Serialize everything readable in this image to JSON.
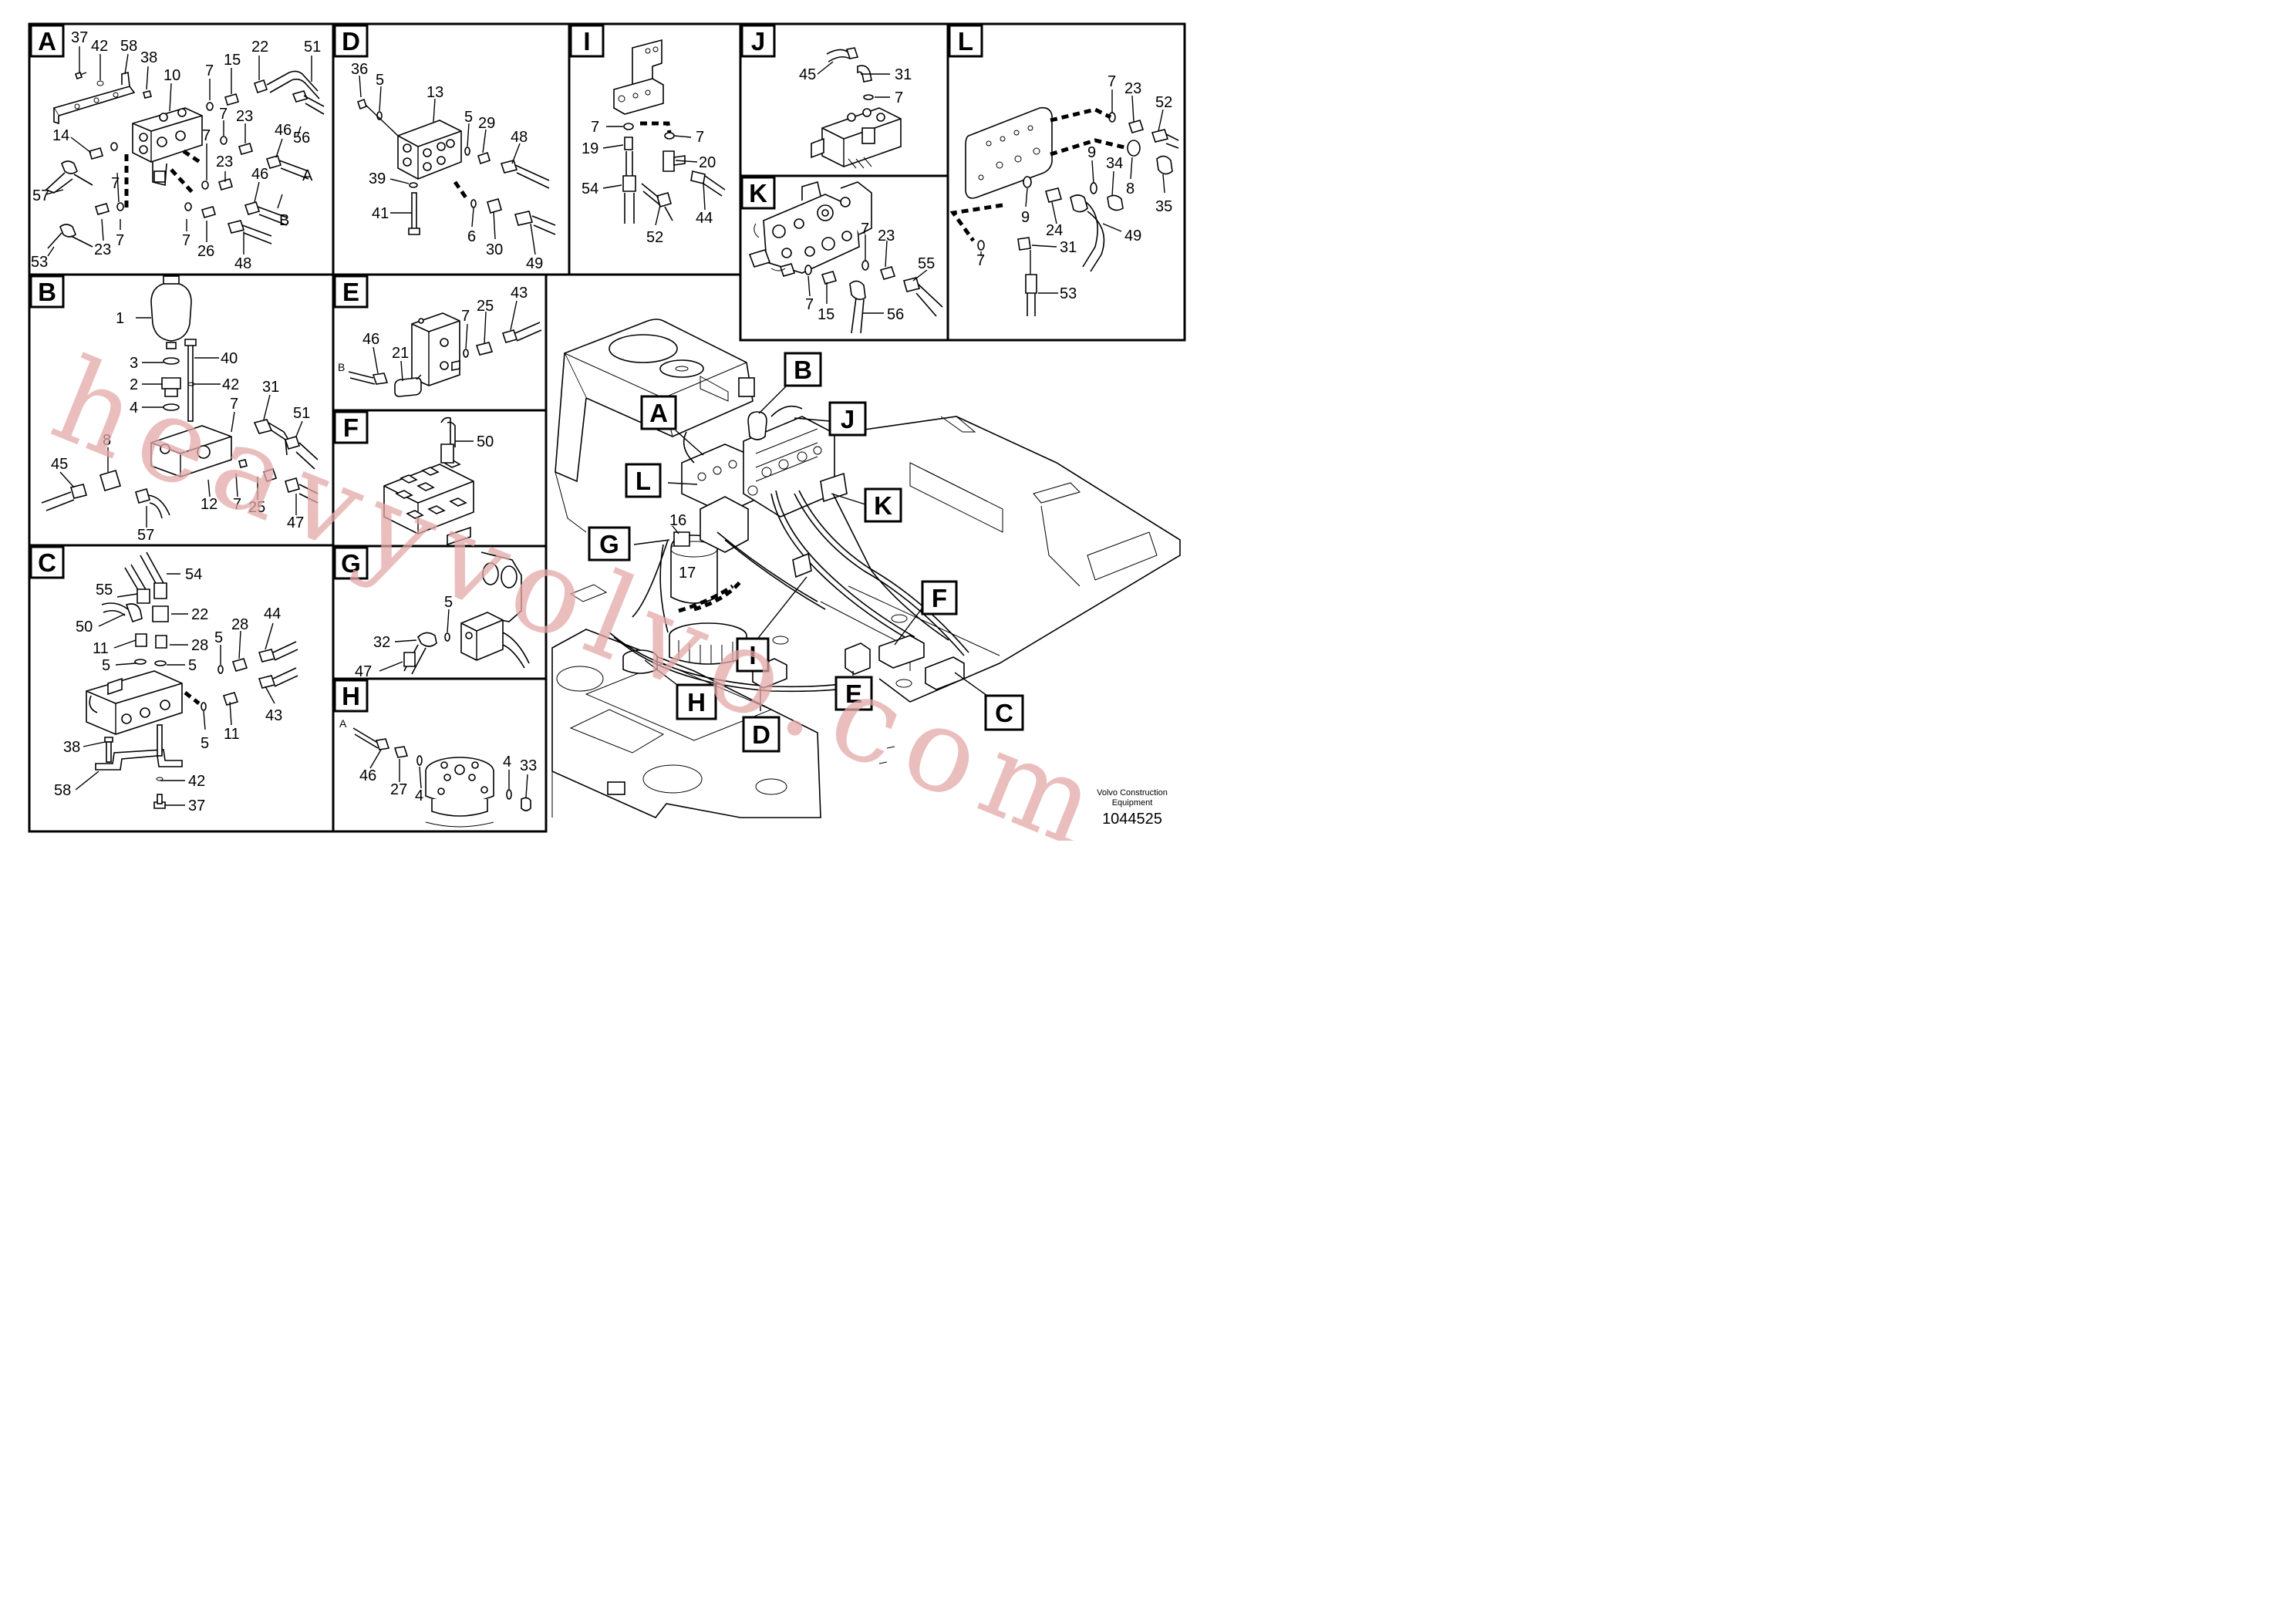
{
  "panels": {
    "A": {
      "letter": "A",
      "callouts": [
        "37",
        "42",
        "58",
        "38",
        "10",
        "7",
        "15",
        "22",
        "51",
        "14",
        "7",
        "23",
        "46",
        "56",
        "A",
        "57",
        "7",
        "7",
        "23",
        "46",
        "B",
        "53",
        "23",
        "7",
        "7",
        "26",
        "48"
      ]
    },
    "B": {
      "letter": "B",
      "callouts": [
        "1",
        "3",
        "2",
        "4",
        "40",
        "42",
        "7",
        "31",
        "51",
        "45",
        "8",
        "57",
        "12",
        "7",
        "25",
        "47"
      ]
    },
    "C": {
      "letter": "C",
      "callouts": [
        "54",
        "55",
        "22",
        "50",
        "11",
        "28",
        "44",
        "28",
        "5",
        "5",
        "5",
        "38",
        "42",
        "58",
        "37",
        "5",
        "11",
        "43"
      ]
    },
    "D": {
      "letter": "D",
      "callouts": [
        "36",
        "5",
        "13",
        "5",
        "29",
        "48",
        "39",
        "41",
        "6",
        "30",
        "49"
      ]
    },
    "E": {
      "letter": "E",
      "callouts": [
        "43",
        "7",
        "25",
        "46",
        "21",
        "B"
      ]
    },
    "F": {
      "letter": "F",
      "callouts": [
        "50"
      ]
    },
    "G": {
      "letter": "G",
      "callouts": [
        "5",
        "32",
        "47"
      ]
    },
    "H": {
      "letter": "H",
      "callouts": [
        "A",
        "46",
        "27",
        "4",
        "4",
        "33"
      ]
    },
    "I": {
      "letter": "I",
      "callouts": [
        "7",
        "7",
        "19",
        "20",
        "54",
        "44",
        "52"
      ]
    },
    "J": {
      "letter": "J",
      "callouts": [
        "45",
        "31",
        "7"
      ]
    },
    "K": {
      "letter": "K",
      "callouts": [
        "7",
        "23",
        "55",
        "7",
        "15",
        "56"
      ]
    },
    "L": {
      "letter": "L",
      "callouts": [
        "7",
        "23",
        "52",
        "9",
        "34",
        "8",
        "35",
        "9",
        "24",
        "49",
        "31",
        "7",
        "53"
      ]
    }
  },
  "overview": {
    "tags": [
      "A",
      "B",
      "J",
      "L",
      "K",
      "G",
      "I",
      "F",
      "E",
      "H",
      "D",
      "C"
    ],
    "callouts": [
      "16",
      "17"
    ]
  },
  "credit": {
    "line1": "Volvo Construction",
    "line2": "Equipment"
  },
  "part_number": "1044525",
  "watermark": "heavyvolvo.com",
  "colors": {
    "line": "#000000",
    "background": "#ffffff",
    "watermark": "#e3a9a8"
  }
}
